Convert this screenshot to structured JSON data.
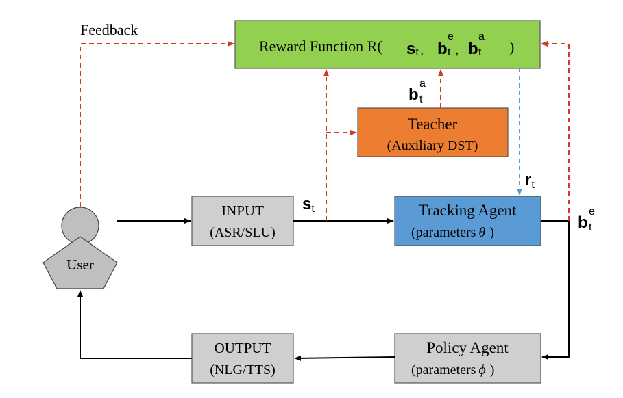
{
  "colors": {
    "reward_fill": "#92d050",
    "teacher_fill": "#ed7d31",
    "tracking_fill": "#5b9bd5",
    "gray_fill": "#d0cece",
    "user_fill": "#bfbfbf",
    "red_dashed": "#d33a1e",
    "blue_dashed": "#5b9bd5",
    "arrow_black": "#000000"
  },
  "nodes": {
    "reward_function": {
      "text": "Reward Function R(",
      "close": ")",
      "s": "s",
      "b": "b",
      "sub_t": "t",
      "sup_e": "e",
      "sup_a": "a",
      "comma": ","
    },
    "teacher": {
      "line1": "Teacher",
      "line2": "(Auxiliary DST)"
    },
    "input": {
      "line1": "INPUT",
      "line2": "(ASR/SLU)"
    },
    "tracking_agent": {
      "line1": "Tracking Agent",
      "line2": "(parameters",
      "symbol": "θ",
      "close": ")"
    },
    "policy_agent": {
      "line1": "Policy Agent",
      "line2": "(parameters",
      "symbol": "ϕ",
      "close": ")"
    },
    "output": {
      "line1": "OUTPUT",
      "line2": "(NLG/TTS)"
    },
    "user": {
      "label": "User"
    }
  },
  "labels": {
    "feedback": "Feedback",
    "s_t": {
      "base": "s",
      "sub": "t"
    },
    "b_t_a": {
      "base": "b",
      "sub": "t",
      "sup": "a"
    },
    "r_t": {
      "base": "r",
      "sub": "t"
    },
    "b_t_e": {
      "base": "b",
      "sub": "t",
      "sup": "e"
    }
  }
}
